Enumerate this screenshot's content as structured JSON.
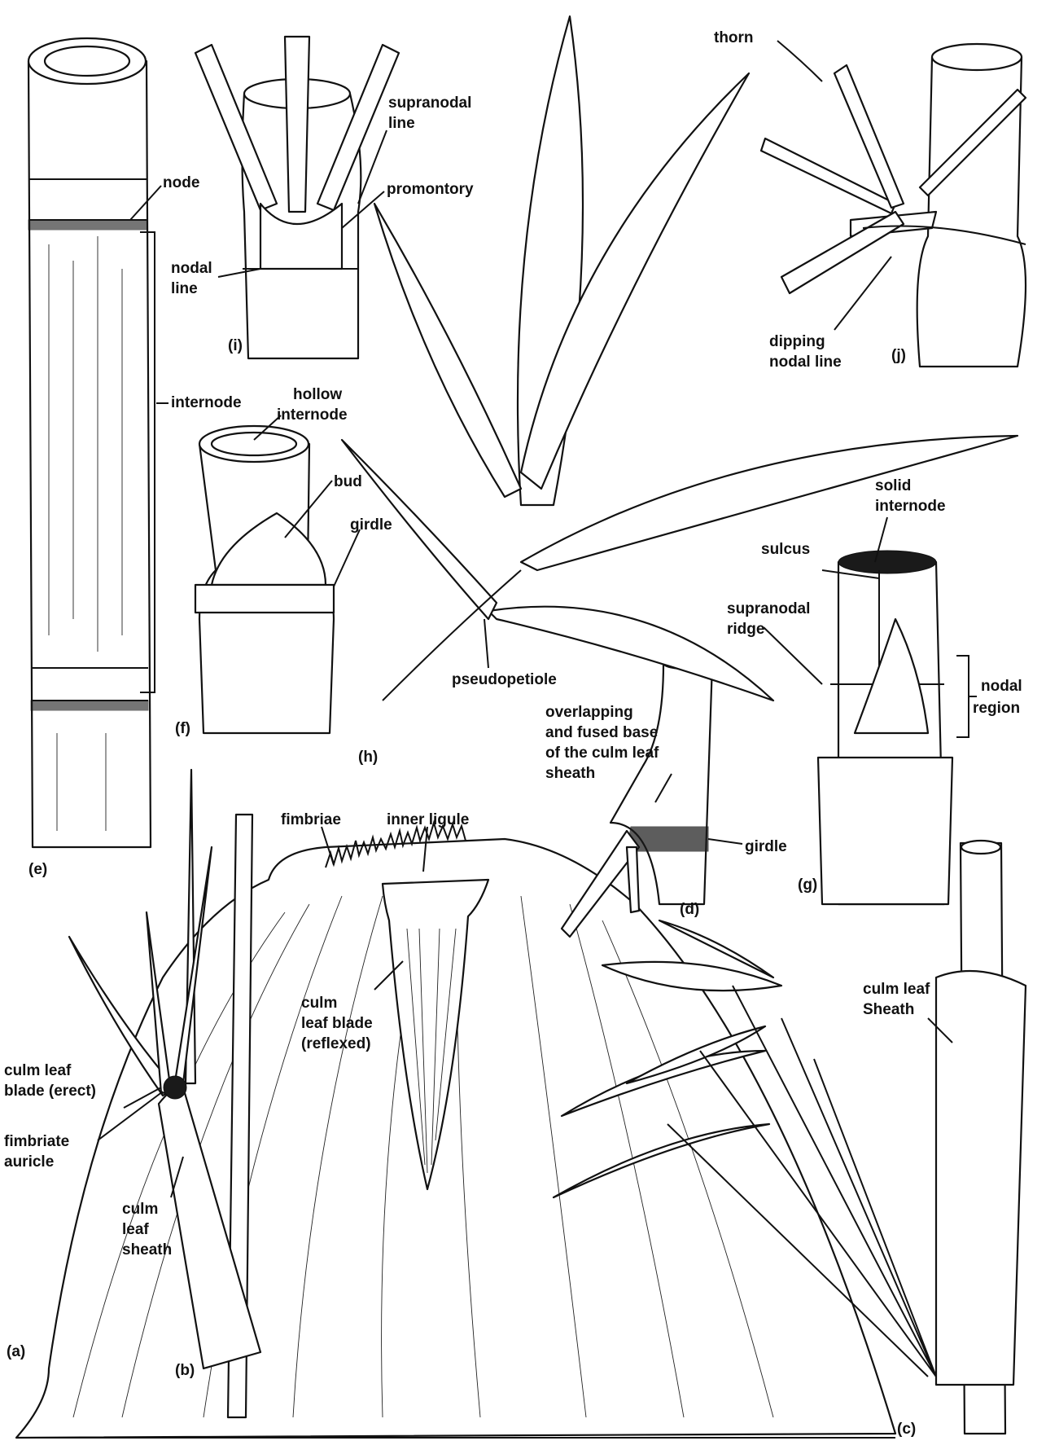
{
  "labels": {
    "node": "node",
    "internode": "internode",
    "supranodal_line": [
      "supranodal",
      "line"
    ],
    "promontory": "promontory",
    "nodal_line": [
      "nodal",
      "line"
    ],
    "hollow_internode": [
      "hollow",
      "internode"
    ],
    "bud": "bud",
    "girdle_f": "girdle",
    "pseudopetiole": "pseudopetiole",
    "thorn": "thorn",
    "dipping_nodal_line": [
      "dipping",
      "nodal line"
    ],
    "solid_internode": [
      "solid",
      "internode"
    ],
    "sulcus": "sulcus",
    "supranodal_ridge": [
      "supranodal",
      "ridge"
    ],
    "nodal_region": [
      "nodal",
      "region"
    ],
    "overlapping_base": [
      "overlapping",
      "and fused base",
      "of the culm leaf",
      "sheath"
    ],
    "girdle_d": "girdle",
    "fimbriae": "fimbriae",
    "inner_ligule": "inner ligule",
    "culm_leaf_blade_reflexed": [
      "culm",
      "leaf blade",
      "(reflexed)"
    ],
    "culm_leaf_blade_erect": [
      "culm leaf",
      "blade (erect)"
    ],
    "fimbriate_auricle": [
      "fimbriate",
      "auricle"
    ],
    "culm_leaf_sheath_b": [
      "culm",
      "leaf",
      "sheath"
    ],
    "culm_leaf_sheath_c": [
      "culm leaf",
      "Sheath"
    ]
  },
  "panels": {
    "a": "(a)",
    "b": "(b)",
    "c": "(c)",
    "d": "(d)",
    "e": "(e)",
    "f": "(f)",
    "g": "(g)",
    "h": "(h)",
    "i": "(i)",
    "j": "(j)"
  },
  "colors": {
    "ink": "#111111",
    "paper": "#ffffff"
  }
}
